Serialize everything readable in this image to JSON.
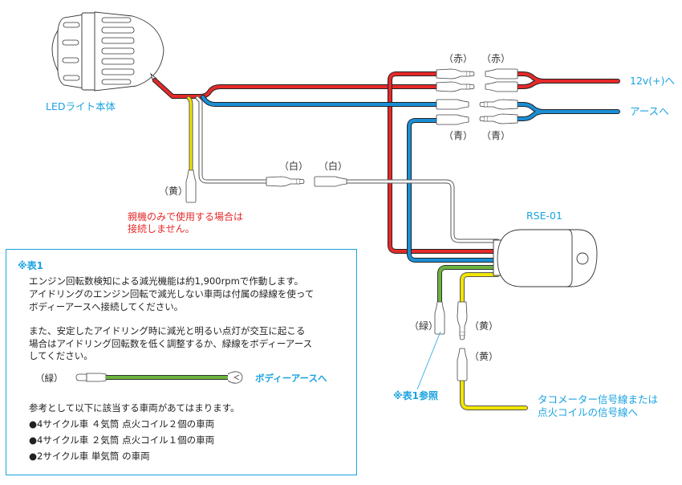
{
  "light": {
    "label": "LEDライト本体"
  },
  "connectors": {
    "red_left": "（赤）",
    "red_right": "（赤）",
    "blue_left": "（青）",
    "blue_right": "（青）",
    "white_left": "（白）",
    "white_right": "（白）",
    "yellow_light": "（黄）",
    "green_module": "（緑）",
    "yellow_module_top": "（黄）",
    "yellow_module_bottom": "（黄）"
  },
  "destinations": {
    "power": "12v(+)へ",
    "ground": "アースへ",
    "signal_line1": "タコメーター信号線または",
    "signal_line2": "点火コイルの信号線へ"
  },
  "warning": {
    "line1": "親機のみで使用する場合は",
    "line2": "接続しません。"
  },
  "module": {
    "label": "RSE-01"
  },
  "callout": {
    "label": "※表1参照"
  },
  "note": {
    "title": "※表1",
    "para1": [
      "エンジン回転数検知による減光機能は約1,900rpmで作動します。",
      "アイドリングのエンジン回転で減光しない車両は付属の緑線を使って",
      "ボディーアースへ接続してください。"
    ],
    "para2": [
      "また、安定したアイドリング時に減光と明るい点灯が交互に起こる",
      "場合はアイドリング回転数を低く調整するか、緑線をボディーアース",
      "してください。"
    ],
    "green_wire_label": "（緑）",
    "green_wire_dest": "ボディーアースへ",
    "reference_intro": "参考として以下に該当する車両があてはまります。",
    "vehicles": [
      "●4サイクル車 ４気筒 点火コイル２個の車両",
      "●4サイクル車 ２気筒 点火コイル１個の車両",
      "●2サイクル車 単気筒 の車両"
    ]
  },
  "colors": {
    "red_wire": "#e52a2a",
    "blue_wire": "#1a8fd6",
    "yellow_wire": "#f2e500",
    "green_wire": "#6cb33f",
    "white_wire": "#ffffff",
    "accent_text": "#1aa3e0",
    "warning_text": "#e52a2a"
  }
}
